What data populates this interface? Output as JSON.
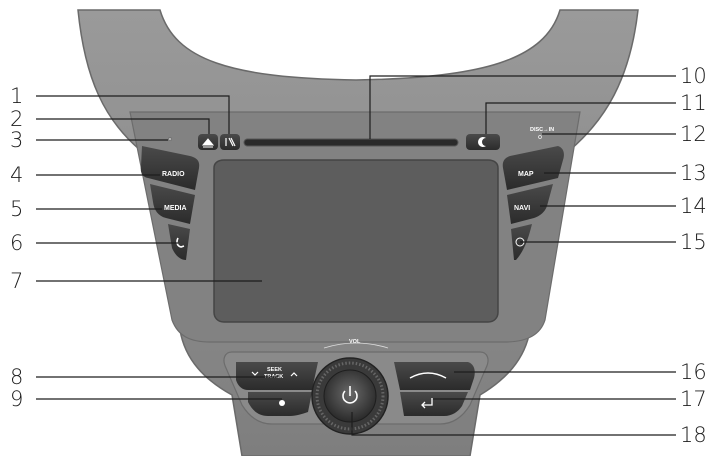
{
  "callouts": [
    "1",
    "2",
    "3",
    "4",
    "5",
    "6",
    "7",
    "8",
    "9",
    "10",
    "11",
    "12",
    "13",
    "14",
    "15",
    "16",
    "17",
    "18"
  ],
  "buttons": {
    "radio": "RADIO",
    "media": "MEDIA",
    "map": "MAP",
    "navi": "NAVI",
    "seek_line1": "SEEK",
    "seek_line2": "TRACK",
    "vol": "VOL",
    "disc_in": "DISC→IN"
  },
  "colors": {
    "bezel": "#8a8a8a",
    "bezel_edge": "#6e6e6e",
    "inner_panel": "#7d7d7d",
    "button": "#3a3a3a",
    "screen": "#5e5e5e",
    "label_text": "#1d1d1d"
  },
  "icons": [
    "eject-icon",
    "display-toggle-icon",
    "night-mode-icon",
    "phone-icon",
    "info-icon",
    "settings-icon",
    "back-icon",
    "enter-icon",
    "power-icon",
    "seek-down-icon",
    "seek-up-icon"
  ]
}
